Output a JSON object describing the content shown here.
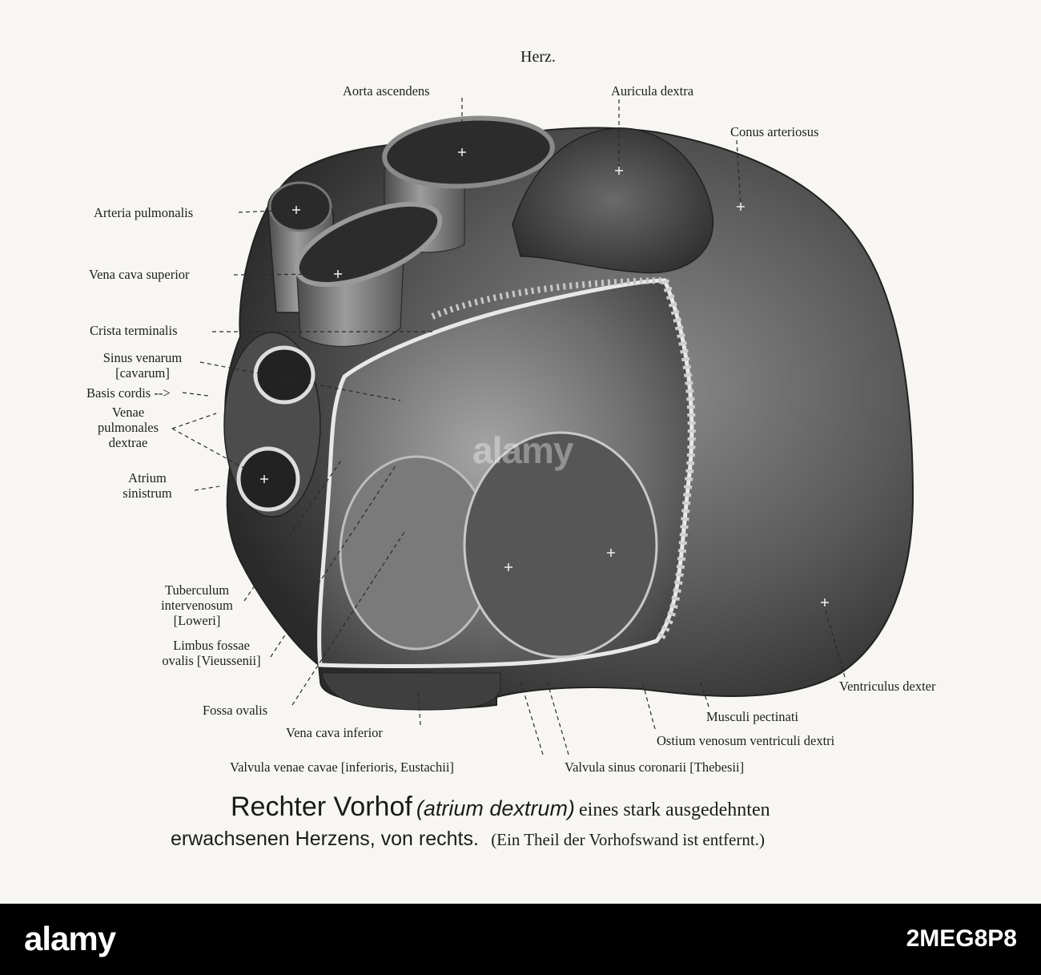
{
  "title": "Herz.",
  "labels": {
    "aorta_ascendens": "Aorta ascendens",
    "auricula_dextra": "Auricula dextra",
    "conus_arteriosus": "Conus arteriosus",
    "arteria_pulmonalis": "Arteria pulmonalis",
    "vena_cava_superior": "Vena cava superior",
    "crista_terminalis": "Crista terminalis",
    "sinus_venarum_1": "Sinus venarum",
    "sinus_venarum_2": "[cavarum]",
    "basis_cordis": "Basis cordis",
    "venae_pulmonales_1": "Venae",
    "venae_pulmonales_2": "pulmonales",
    "venae_pulmonales_3": "dextrae",
    "atrium_sinistrum_1": "Atrium",
    "atrium_sinistrum_2": "sinistrum",
    "tuberculum_1": "Tuberculum",
    "tuberculum_2": "intervenosum",
    "tuberculum_3": "[Loweri]",
    "limbus_1": "Limbus fossae",
    "limbus_2": "ovalis [Vieussenii]",
    "fossa_ovalis": "Fossa ovalis",
    "vena_cava_inferior": "Vena cava inferior",
    "valvula_venae_cavae": "Valvula venae cavae [inferioris, Eustachii]",
    "valvula_sinus_coronarii": "Valvula sinus coronarii [Thebesii]",
    "ostium_venosum": "Ostium venosum ventriculi dextri",
    "musculi_pectinati": "Musculi pectinati",
    "ventriculus_dexter": "Ventriculus dexter"
  },
  "caption": {
    "line1_main": "Rechter Vorhof",
    "line1_italic": "(atrium dextrum)",
    "line1_rest": "eines stark ausgedehnten",
    "line2_main": "erwachsenen Herzens, von rechts.",
    "line2_paren": "(Ein Theil der Vorhofswand ist entfernt.)"
  },
  "watermark": "alamy",
  "footer": {
    "logo": "alamy",
    "image_id": "2MEG8P8"
  },
  "colors": {
    "background": "#f7f6f2",
    "heart_dark": "#3a3a3a",
    "heart_mid": "#6e6e6e",
    "footer": "#000000"
  }
}
